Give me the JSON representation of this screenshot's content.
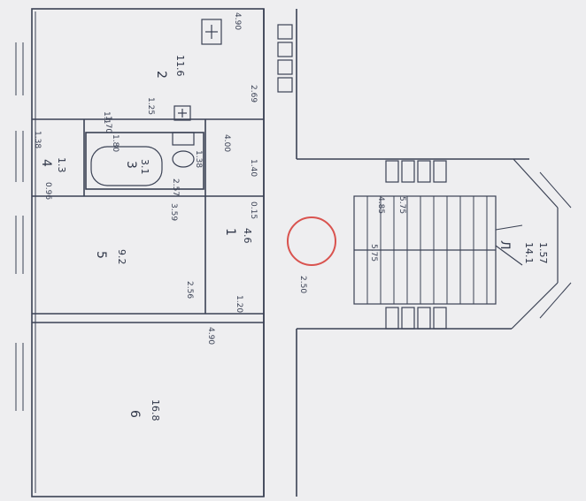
{
  "rooms": [
    {
      "number": "2",
      "area": "11.6"
    },
    {
      "number": "4",
      "area": "1.3"
    },
    {
      "number": "3",
      "area": "3.1"
    },
    {
      "number": "5",
      "area": "9.2"
    },
    {
      "number": "1",
      "area": "4.6"
    },
    {
      "number": "6",
      "area": "16.8"
    },
    {
      "number": "Л",
      "area": "14.1"
    }
  ],
  "stair_area_extra": "1.57",
  "dimensions": [
    "4.90",
    "2.69",
    "1.25",
    "1.70",
    "1.80",
    "1.38",
    "0.96",
    "2.57",
    "1.38",
    "4.00",
    "1.40",
    "3.59",
    "0.15",
    "2.56",
    "1.20",
    "2.50",
    "4.90",
    "4.85",
    "5.75",
    "5.75",
    "1.1"
  ],
  "colors": {
    "paper": "#eeeef0",
    "ink": "#3a4154",
    "highlight": "#d9534f"
  },
  "icons": [
    "radiator-icon",
    "sink-icon",
    "bathtub-icon",
    "toilet-icon",
    "stove-icon"
  ]
}
